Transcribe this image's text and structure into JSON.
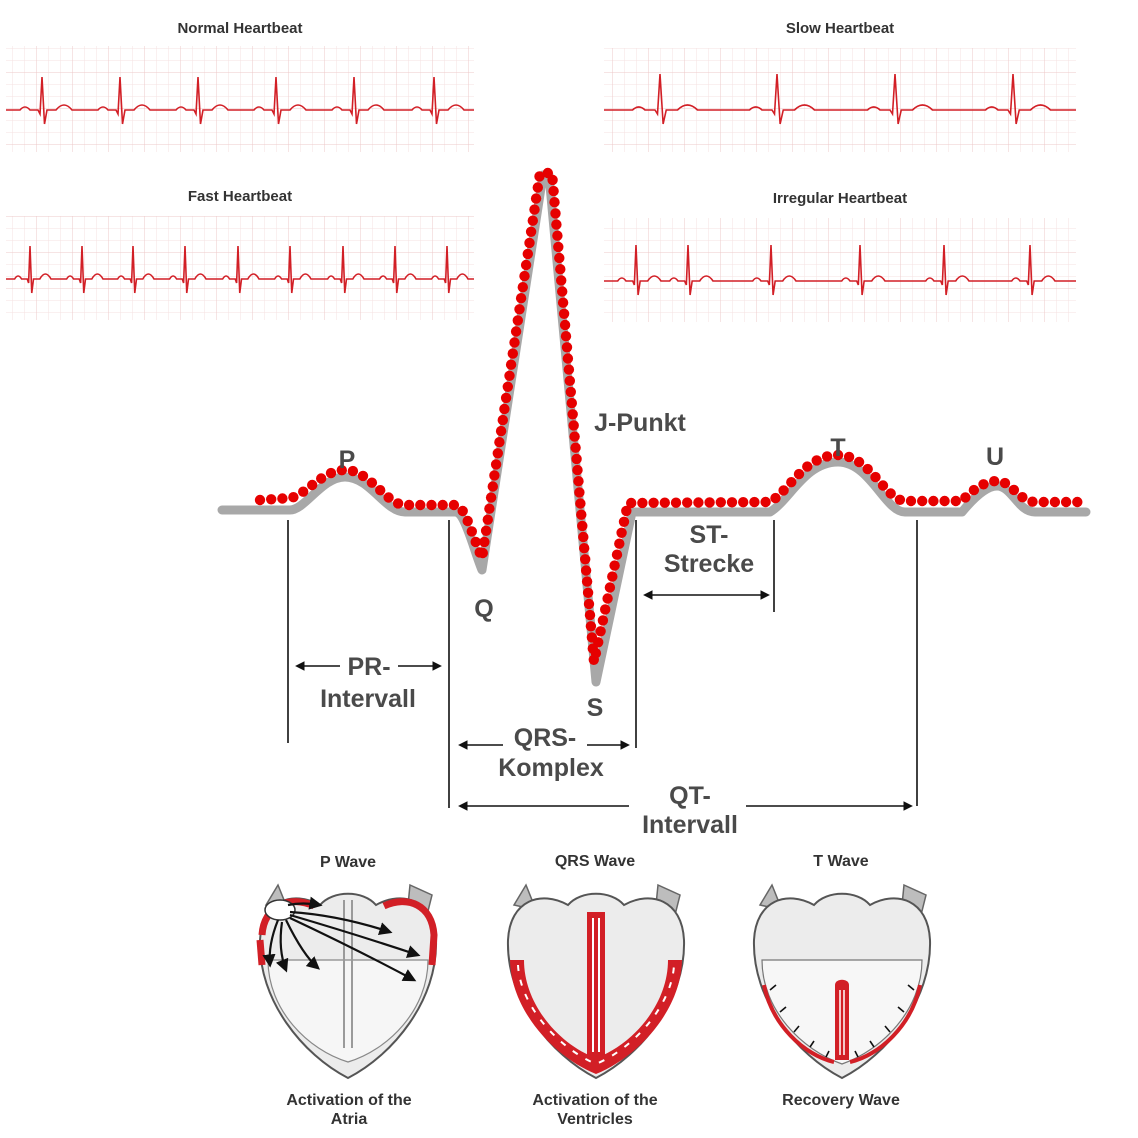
{
  "strips": [
    {
      "title": "Normal Heartbeat"
    },
    {
      "title": "Slow Heartbeat"
    },
    {
      "title": "Fast Heartbeat"
    },
    {
      "title": "Irregular Heartbeat"
    }
  ],
  "ecg": {
    "labels": {
      "p": "P",
      "q": "Q",
      "s": "S",
      "t": "T",
      "u": "U",
      "j_point": "J-Punkt",
      "st_1": "ST-",
      "st_2": "Strecke",
      "pr_1": "PR-",
      "pr_2": "Intervall",
      "qrs_1": "QRS-",
      "qrs_2": "Komplex",
      "qt_1": "QT-",
      "qt_2": "Intervall"
    }
  },
  "hearts": [
    {
      "title": "P Wave",
      "caption_1": "Activation of the",
      "caption_2": "Atria"
    },
    {
      "title": "QRS Wave",
      "caption_1": "Activation of the",
      "caption_2": "Ventricles"
    },
    {
      "title": "T Wave",
      "caption_1": "Recovery Wave",
      "caption_2": ""
    }
  ],
  "colors": {
    "trace_red": "#d21f26",
    "dot_red": "#e60000",
    "baseline_gray": "#a8a8a8",
    "grid_pink": "#f0d6d6",
    "text_dark": "#4a4a4a",
    "heart_gray": "#d9d9d9",
    "heart_light": "#ececec"
  }
}
